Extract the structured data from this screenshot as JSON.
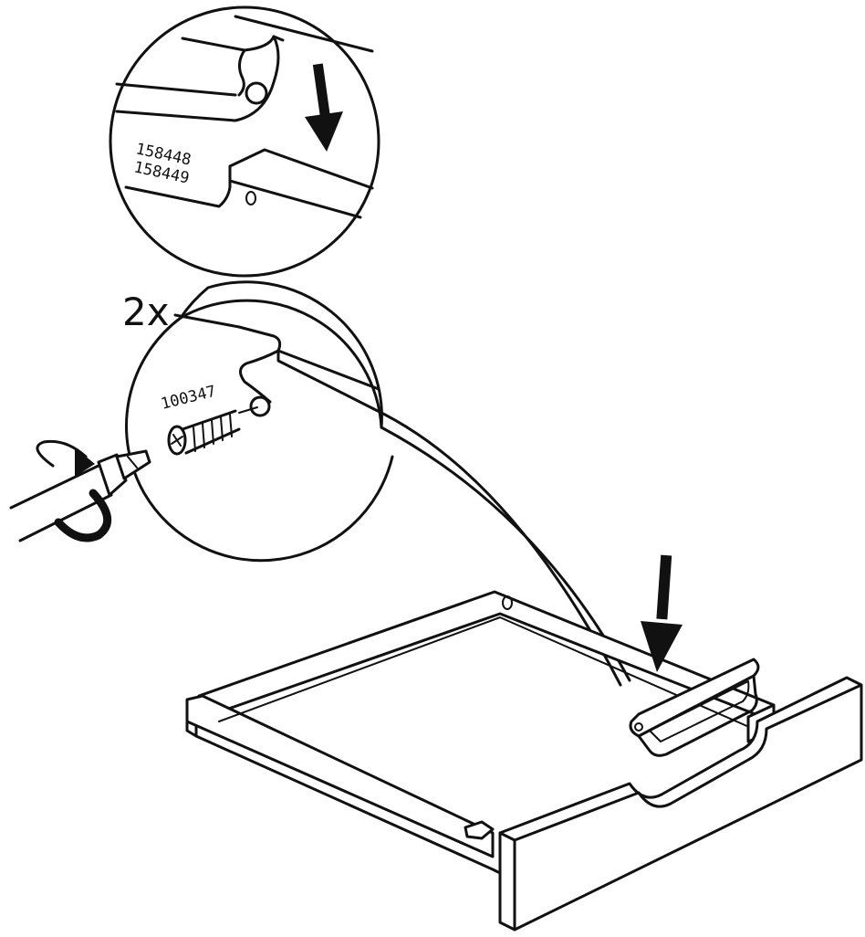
{
  "detail_top": {
    "part_numbers": [
      "158448",
      "158449"
    ]
  },
  "detail_middle": {
    "quantity": "2x",
    "part_number": "100347"
  }
}
